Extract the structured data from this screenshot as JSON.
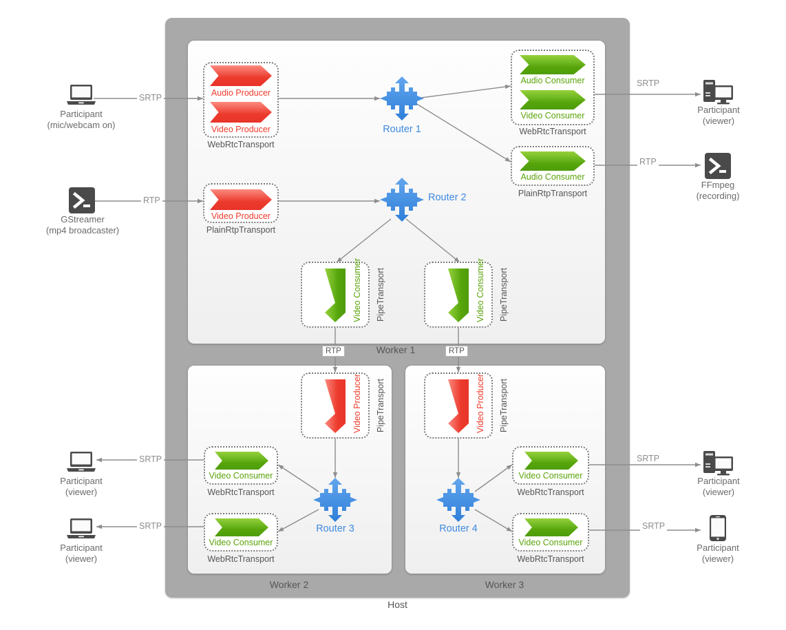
{
  "diagram": {
    "host_label": "Host",
    "workers": [
      {
        "id": "worker1",
        "label": "Worker 1"
      },
      {
        "id": "worker2",
        "label": "Worker 2"
      },
      {
        "id": "worker3",
        "label": "Worker 3"
      }
    ],
    "routers": [
      {
        "id": "router1",
        "label": "Router 1"
      },
      {
        "id": "router2",
        "label": "Router 2"
      },
      {
        "id": "router3",
        "label": "Router 3"
      },
      {
        "id": "router4",
        "label": "Router 4"
      }
    ],
    "transports": {
      "w1_producer_webrtc": "WebRtcTransport",
      "w1_producer_plainrtp": "PlainRtpTransport",
      "w1_consumer_webrtc": "WebRtcTransport",
      "w1_consumer_plainrtp": "PlainRtpTransport",
      "w1_pipe_left": "PipeTransport",
      "w1_pipe_right": "PipeTransport",
      "w2_pipe": "PipeTransport",
      "w2_webrtc_top": "WebRtcTransport",
      "w2_webrtc_bottom": "WebRtcTransport",
      "w3_pipe": "PipeTransport",
      "w3_webrtc_top": "WebRtcTransport",
      "w3_webrtc_bottom": "WebRtcTransport"
    },
    "nodes": {
      "audio_producer": "Audio Producer",
      "video_producer": "Video Producer",
      "audio_consumer": "Audio Consumer",
      "video_consumer": "Video Consumer"
    },
    "endpoints": [
      {
        "id": "participant_sender",
        "icon": "laptop-icon",
        "line1": "Participant",
        "line2": "(mic/webcam on)"
      },
      {
        "id": "gstreamer",
        "icon": "terminal-icon",
        "line1": "GStreamer",
        "line2": "(mp4 broadcaster)"
      },
      {
        "id": "participant_viewer_tr",
        "icon": "desktop-icon",
        "line1": "Participant",
        "line2": "(viewer)"
      },
      {
        "id": "ffmpeg",
        "icon": "terminal-icon",
        "line1": "FFmpeg",
        "line2": "(recording)"
      },
      {
        "id": "participant_viewer_bl1",
        "icon": "laptop-icon",
        "line1": "Participant",
        "line2": "(viewer)"
      },
      {
        "id": "participant_viewer_bl2",
        "icon": "laptop-icon",
        "line1": "Participant",
        "line2": "(viewer)"
      },
      {
        "id": "participant_viewer_br1",
        "icon": "desktop-icon",
        "line1": "Participant",
        "line2": "(viewer)"
      },
      {
        "id": "participant_viewer_br2",
        "icon": "phone-icon",
        "line1": "Participant",
        "line2": "(viewer)"
      }
    ],
    "edge_labels": {
      "srtp": "SRTP",
      "rtp": "RTP"
    },
    "colors": {
      "host": "#aaa9a9",
      "producer": "#ec3a2c",
      "consumer": "#57a50c",
      "router": "#3f8ae0",
      "line": "#8d8d8d",
      "text": "#555555"
    }
  }
}
